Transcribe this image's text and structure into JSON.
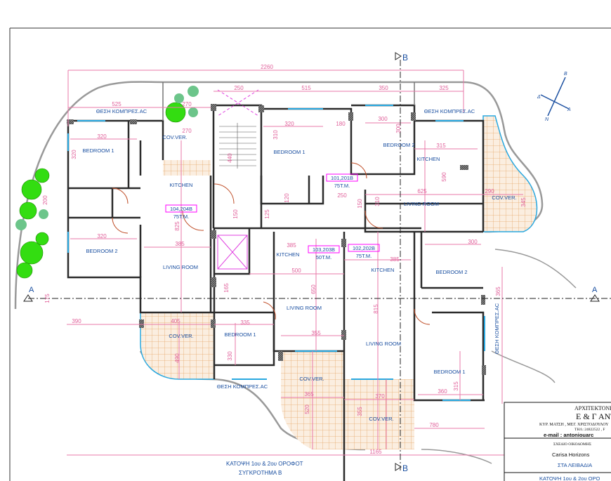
{
  "plan_title": {
    "line1": "ΚΑΤΟΨΗ 1ου & 2ου  ΟΡΟΦΟΤ",
    "line2": "ΣΥΓΚΡΟΤΗΜΑ Β"
  },
  "section_markers": {
    "a": "A",
    "b": "B"
  },
  "compass": {
    "n": "Β",
    "w": "Δ",
    "e": "Α",
    "s": "Ν"
  },
  "rooms": [
    "ΘΕΣΗ ΚΟΜΠΡΕΣ.AC",
    "ΘΕΣΗ ΚΟΜΠΡΕΣ.AC",
    "ΘΕΣΗ ΚΟΜΠΡΕΣ.AC",
    "BEDROOM 1",
    "BEDROOM 2",
    "KITCHEN",
    "LIVING ROOM",
    "COV.VER.",
    "BEDROOM 1",
    "BEDROOM 2",
    "KITCHEN",
    "LIVING ROOM",
    "COV.VER.",
    "KITCHEN",
    "KITCHEN",
    "BEDROOM 2",
    "LIVING ROOM",
    "LIVING ROOM",
    "BEDROOM 1",
    "BEDROOM 1",
    "COV.VER.",
    "COV.VER.",
    "COV.VER.",
    "ΘΕΣΗ ΚΟΜΠΡΕΣ.AC"
  ],
  "units": [
    {
      "id": "104,204B",
      "area": "75T.M."
    },
    {
      "id": "101,201B",
      "area": "75T.M."
    },
    {
      "id": "103,203B",
      "area": "50T.M."
    },
    {
      "id": "102,202B",
      "area": "75T.M."
    }
  ],
  "dims": [
    "2260",
    "525",
    "250",
    "515",
    "350",
    "325",
    "270",
    "320",
    "320",
    "320",
    "180",
    "300",
    "315",
    "625",
    "290",
    "385",
    "500",
    "385",
    "300",
    "390",
    "405",
    "335",
    "355",
    "365",
    "370",
    "360",
    "1165",
    "780",
    "250",
    "385",
    "270"
  ],
  "dims_v": [
    "320",
    "825",
    "650",
    "815",
    "590",
    "490",
    "330",
    "520",
    "355",
    "315",
    "365",
    "310",
    "345",
    "175",
    "200",
    "310",
    "440",
    "125",
    "150",
    "150",
    "300",
    "120",
    "165"
  ],
  "title_block": {
    "office": "ΑΡΧΙΤΕΚΤΟΝΙΚ",
    "firm": "Ε & Γ ΑΝΤ",
    "address": "ΚΥΡ. ΜΑΤΣΗ , ΜΕΓ. ΧΡΙΣΤΟΔΟΥΛΟΥ",
    "phone": "ΤΗΛ: 24822522 ,     F",
    "email": "e-mail : antoniouarc",
    "drawing_type": "ΣΧΕΔΙΟ ΟΙΚΟΔΟΜΗΣ",
    "project": "Carisa Horizons",
    "location": "ΣΤΑ ΛΕΙΒΑΔΙΑ",
    "sheet": "ΚΑΤΟΨΗ 1ου & 2ου  ΟΡΟ"
  }
}
